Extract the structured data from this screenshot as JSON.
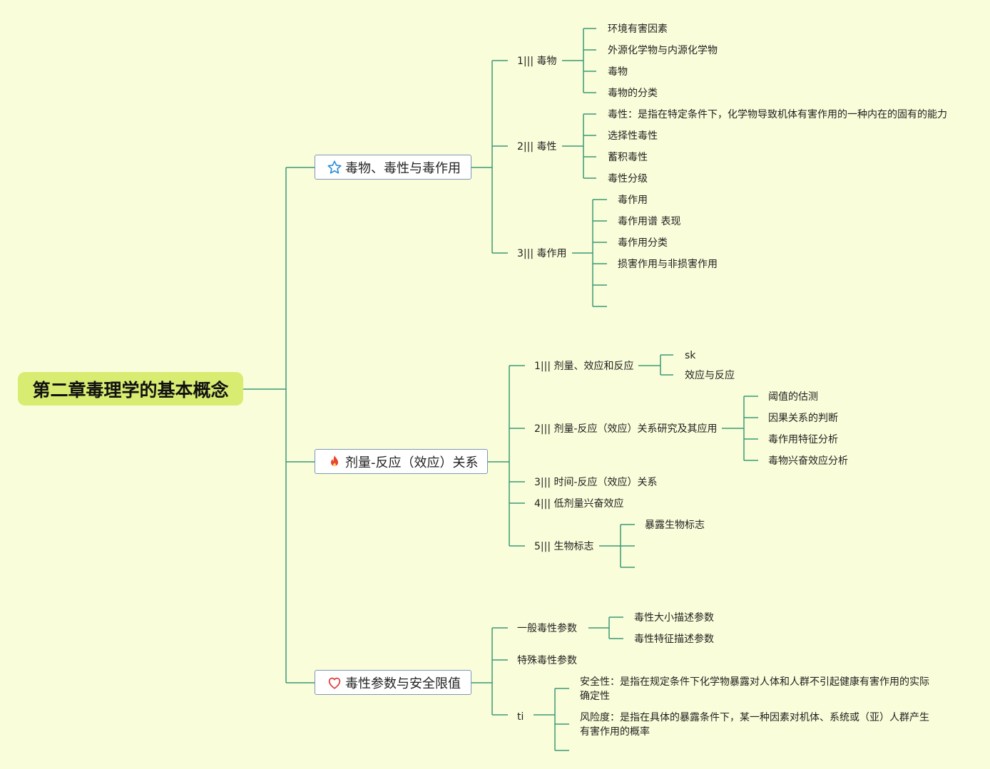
{
  "root": {
    "title": "第二章毒理学的基本概念"
  },
  "branches": [
    {
      "label": "毒物、毒性与毒作用",
      "icon": "star-icon",
      "topics": [
        {
          "label": "1||| 毒物",
          "items": [
            "环境有害因素",
            "外源化学物与内源化学物",
            "毒物",
            "毒物的分类"
          ]
        },
        {
          "label": "2||| 毒性",
          "items": [
            "毒性：是指在特定条件下，化学物导致机体有害作用的一种内在的固有的能力",
            "选择性毒性",
            "蓄积毒性",
            "毒性分级"
          ]
        },
        {
          "label": "3||| 毒作用",
          "items": [
            "毒作用",
            "毒作用谱 表现",
            "毒作用分类",
            "损害作用与非损害作用"
          ]
        }
      ]
    },
    {
      "label": "剂量-反应（效应）关系",
      "icon": "fire-icon",
      "topics": [
        {
          "label": "1||| 剂量、效应和反应",
          "items": [
            "sk",
            "效应与反应"
          ]
        },
        {
          "label": "2||| 剂量-反应（效应）关系研究及其应用",
          "items": [
            "阈值的估测",
            "因果关系的判断",
            "毒作用特征分析",
            "毒物兴奋效应分析"
          ]
        },
        {
          "label": "3||| 时间-反应（效应）关系",
          "items": []
        },
        {
          "label": "4||| 低剂量兴奋效应",
          "items": []
        },
        {
          "label": "5||| 生物标志",
          "items": [
            "暴露生物标志"
          ]
        }
      ]
    },
    {
      "label": "毒性参数与安全限值",
      "icon": "heart-icon",
      "topics": [
        {
          "label": "一般毒性参数",
          "items": [
            "毒性大小描述参数",
            "毒性特征描述参数"
          ]
        },
        {
          "label": "特殊毒性参数",
          "items": []
        },
        {
          "label": "ti",
          "items": [
            "安全性：是指在规定条件下化学物暴露对人体和人群不引起健康有害作用的实际确定性",
            "风险度：是指在具体的暴露条件下，某一种因素对机体、系统或（亚）人群产生有害作用的概率"
          ]
        }
      ]
    }
  ],
  "colors": {
    "background": "#fafdd9",
    "root": "#d8ec72",
    "line": "#2e8b6b",
    "star": "#2b8fd8",
    "fire": "#e8442c",
    "heart": "#e03a3a"
  }
}
